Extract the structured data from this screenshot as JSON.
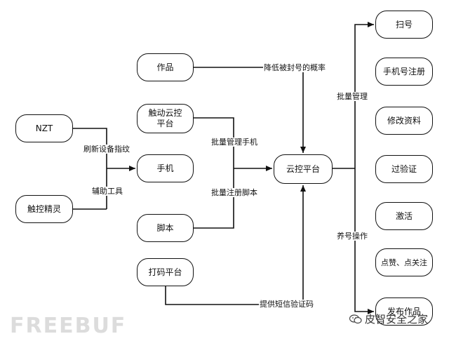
{
  "nodes": {
    "zuopin": "作品",
    "chudong": "触动云控\n平台",
    "nzt": "NZT",
    "shouji": "手机",
    "chukong": "触控精灵",
    "jiaoben": "脚本",
    "dama": "打码平台",
    "yunkong": "云控平台",
    "saohao": "扫号",
    "zhuce": "手机号注册",
    "xiugai": "修改资料",
    "yanzheng": "过验证",
    "jihuo": "激活",
    "dianzan": "点赞、点关注",
    "fabu": "发布作品"
  },
  "edge_labels": {
    "jiangdi": "降低被封号的概率",
    "shuaxin": "刷新设备指纹",
    "fuzhu": "辅助工具",
    "pl_shouji": "批量管理手机",
    "pl_zhuce": "批量注册脚本",
    "tigong": "提供短信验证码",
    "pl_guanli": "批量管理",
    "yanghao": "养号操作"
  },
  "watermarks": {
    "freebuf": "FREEBUF",
    "wechat": "皮智安全之家"
  }
}
